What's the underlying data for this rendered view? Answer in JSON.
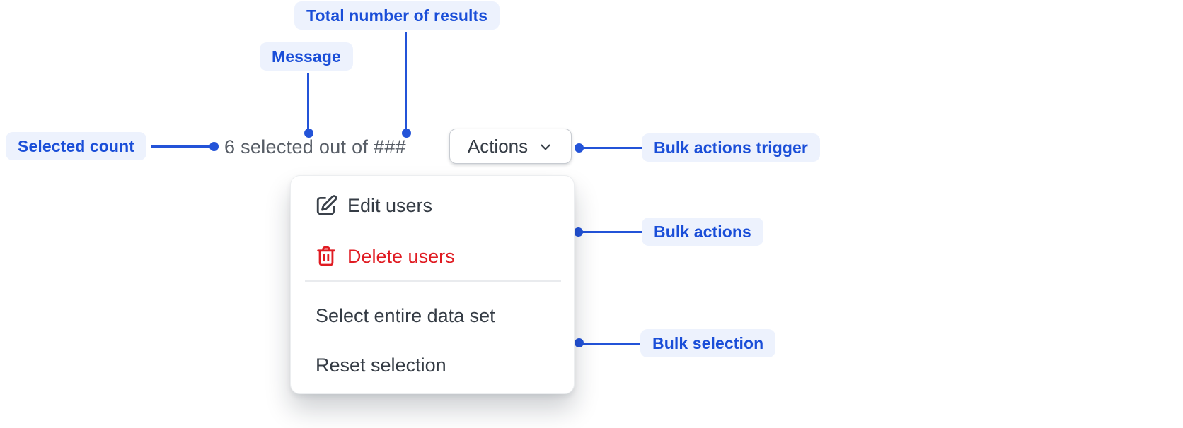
{
  "annotations": {
    "total_results": "Total number of results",
    "message": "Message",
    "selected_count": "Selected count",
    "bulk_actions_trigger": "Bulk actions trigger",
    "bulk_actions": "Bulk actions",
    "bulk_selection": "Bulk selection"
  },
  "bulk_bar": {
    "message": "6 selected out of ###",
    "actions_button": {
      "label": "Actions",
      "icon": "chevron-down-icon"
    }
  },
  "menu": {
    "items": [
      {
        "label": "Edit users",
        "icon": "edit-icon",
        "tone": "default"
      },
      {
        "label": "Delete users",
        "icon": "trash-icon",
        "tone": "danger"
      },
      {
        "label": "Select entire data set",
        "tone": "default"
      },
      {
        "label": "Reset selection",
        "tone": "default"
      }
    ],
    "divider_after_index": 1
  },
  "colors": {
    "annotation-bg": "#edf2fd",
    "annotation-text": "#1a4ed8",
    "connector": "#2353d8",
    "muted-text": "#575d66",
    "menu-text": "#353c45",
    "danger": "#e01b22"
  }
}
